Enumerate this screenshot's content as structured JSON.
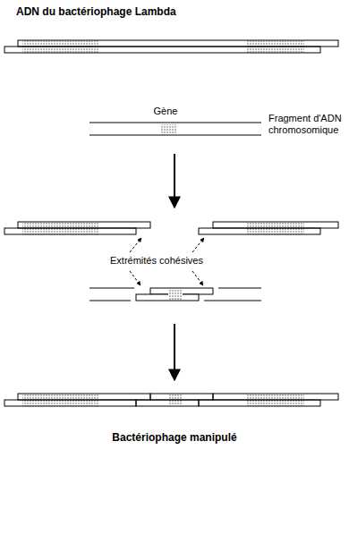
{
  "diagram": {
    "title": "ADN du bactériophage Lambda",
    "labels": [
      "Gène",
      "Fragment d'ADN chromosomique",
      "Extrémités cohésives",
      "Bactériophage manipulé"
    ]
  }
}
